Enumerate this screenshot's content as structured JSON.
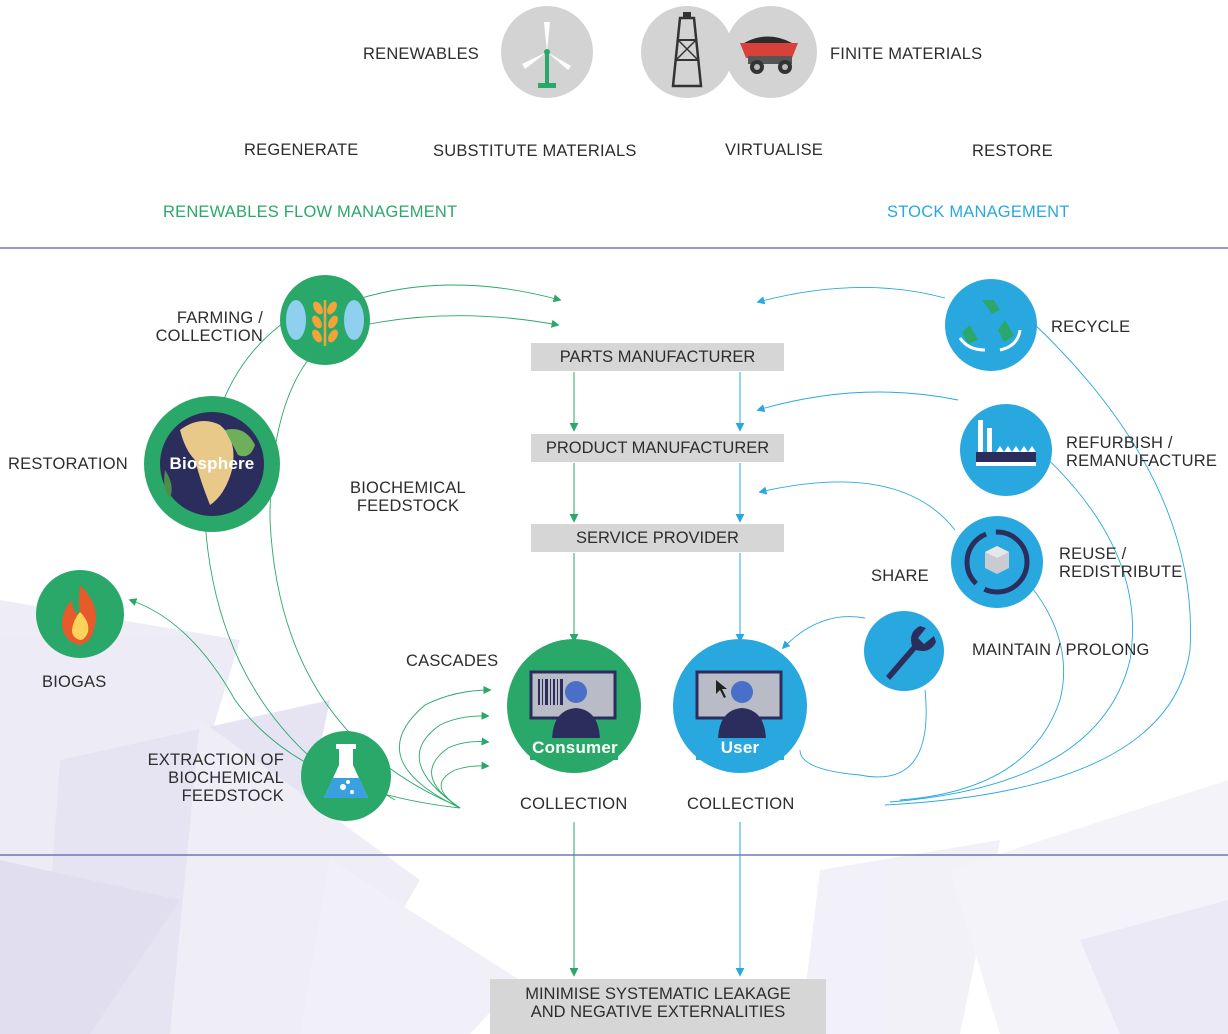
{
  "top": {
    "renewables": "RENEWABLES",
    "finite_materials": "FINITE MATERIALS",
    "regenerate": "REGENERATE",
    "substitute_materials": "SUBSTITUTE MATERIALS",
    "virtualise": "VIRTUALISE",
    "restore": "RESTORE",
    "renewables_flow_management": "RENEWABLES FLOW MANAGEMENT",
    "stock_management": "STOCK MANAGEMENT"
  },
  "left": {
    "farming_collection": "FARMING /\nCOLLECTION",
    "restoration": "RESTORATION",
    "biosphere": "Biosphere",
    "biochemical_feedstock": "BIOCHEMICAL\nFEEDSTOCK",
    "biogas": "BIOGAS",
    "cascades": "CASCADES",
    "extraction": "EXTRACTION OF\nBIOCHEMICAL\nFEEDSTOCK"
  },
  "center": {
    "parts_manufacturer": "PARTS MANUFACTURER",
    "product_manufacturer": "PRODUCT MANUFACTURER",
    "service_provider": "SERVICE PROVIDER",
    "consumer": "Consumer",
    "user": "User",
    "collection_left": "COLLECTION",
    "collection_right": "COLLECTION",
    "leakage": "MINIMISE SYSTEMATIC LEAKAGE\nAND NEGATIVE EXTERNALITIES"
  },
  "right": {
    "recycle": "RECYCLE",
    "refurbish": "REFURBISH /\nREMANUFACTURE",
    "reuse": "REUSE /\nREDISTRIBUTE",
    "share": "SHARE",
    "maintain": "MAINTAIN / PROLONG"
  },
  "colors": {
    "green": "#2aa86a",
    "blue": "#29a8e0",
    "grey_box": "#d6d6d6",
    "divider": "#5a5aa8",
    "dark_navy": "#2b2d5c"
  },
  "icons": [
    "wind-turbine-icon",
    "oil-rig-icon",
    "mining-truck-icon",
    "wheat-icon",
    "globe-icon",
    "flame-icon",
    "flask-icon",
    "recycle-icon",
    "factory-icon",
    "reuse-arrows-icon",
    "wrench-icon",
    "consumer-monitor-icon",
    "user-monitor-icon"
  ]
}
